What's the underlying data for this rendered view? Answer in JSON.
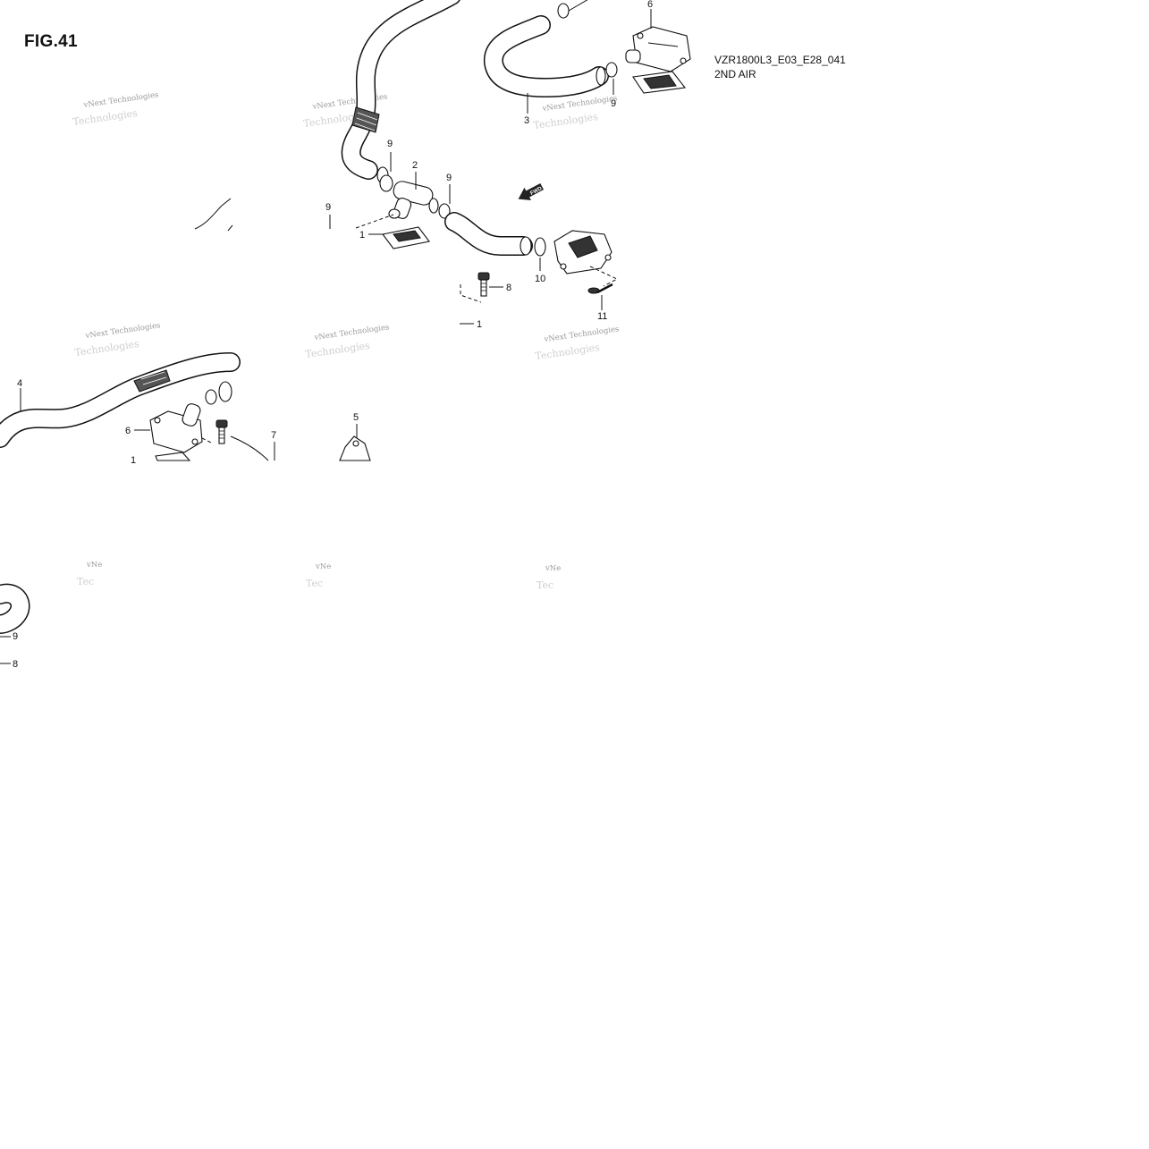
{
  "figure": {
    "title": "FIG.41",
    "code": "VZR1800L3_E03_E28_041",
    "subtitle": "2ND AIR"
  },
  "watermark": {
    "line1": "vNext Technologies",
    "line2": "Technologies",
    "partial": "vNe",
    "partial2": "Tec"
  },
  "callouts": {
    "c1a": "1",
    "c1b": "1",
    "c1c": "1",
    "c2": "2",
    "c3": "3",
    "c4": "4",
    "c5": "5",
    "c6a": "6",
    "c6b": "6",
    "c7": "7",
    "c8a": "8",
    "c8b": "8",
    "c9a": "9",
    "c9b": "9",
    "c9c": "9",
    "c9d": "9",
    "c9e": "9",
    "c10": "10",
    "c11": "11"
  },
  "fwd_label": "FWD"
}
